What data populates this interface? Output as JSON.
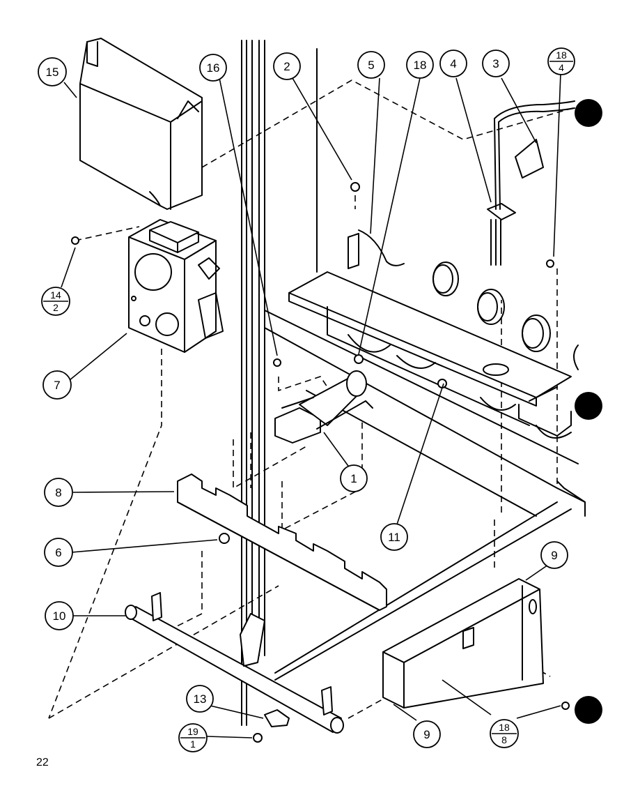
{
  "page_number": "22",
  "callouts": [
    {
      "id": "c15",
      "label": "15"
    },
    {
      "id": "c16",
      "label": "16"
    },
    {
      "id": "c2",
      "label": "2"
    },
    {
      "id": "c5",
      "label": "5"
    },
    {
      "id": "c18a",
      "label": "18"
    },
    {
      "id": "c4",
      "label": "4"
    },
    {
      "id": "c3",
      "label": "3"
    },
    {
      "id": "c7",
      "label": "7"
    },
    {
      "id": "c8",
      "label": "8"
    },
    {
      "id": "c6",
      "label": "6"
    },
    {
      "id": "c10",
      "label": "10"
    },
    {
      "id": "c1",
      "label": "1"
    },
    {
      "id": "c11",
      "label": "11"
    },
    {
      "id": "c9a",
      "label": "9"
    },
    {
      "id": "c9b",
      "label": "9"
    },
    {
      "id": "c13",
      "label": "13"
    }
  ],
  "fraction_callouts": [
    {
      "id": "f18_4",
      "top": "18",
      "bottom": "4"
    },
    {
      "id": "f14_2",
      "top": "14",
      "bottom": "2"
    },
    {
      "id": "f18_8",
      "top": "18",
      "bottom": "8"
    },
    {
      "id": "f19_1",
      "top": "19",
      "bottom": "1"
    }
  ]
}
